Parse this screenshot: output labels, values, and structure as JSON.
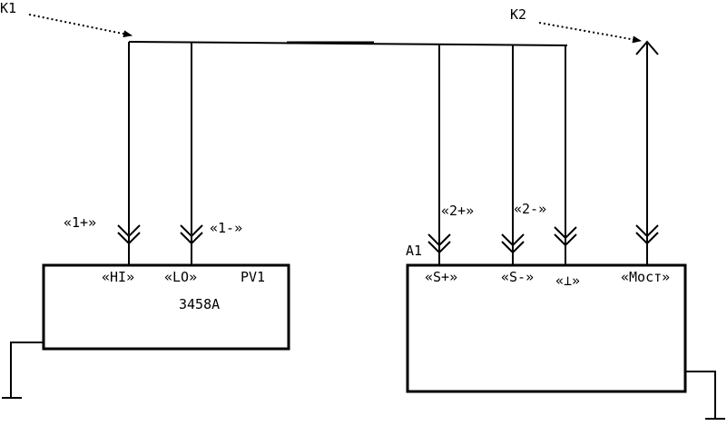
{
  "pointers": {
    "k1": "К1",
    "k2": "К2"
  },
  "pv1": {
    "designator": "PV1",
    "model": "3458A",
    "ports": {
      "hi": "«HI»",
      "lo": "«LO»"
    }
  },
  "a1": {
    "designator": "А1",
    "ports": {
      "s_plus": "«S+»",
      "s_minus": "«S-»",
      "ground": "«⊥»",
      "bridge": "«Мост»"
    }
  },
  "connectors": {
    "c1_plus": "«1+»",
    "c1_minus": "«1-»",
    "c2_plus": "«2+»",
    "c2_minus": "«2-»"
  }
}
